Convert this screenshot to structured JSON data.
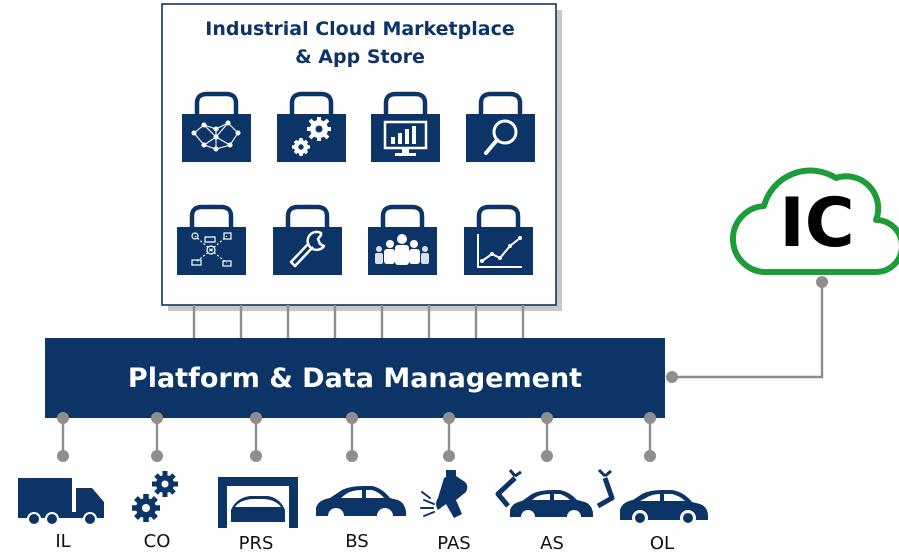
{
  "marketplace": {
    "title_line1": "Industrial Cloud Marketplace",
    "title_line2": "& App Store",
    "apps": [
      {
        "icon": "network-map-icon"
      },
      {
        "icon": "gears-icon"
      },
      {
        "icon": "monitor-chart-icon"
      },
      {
        "icon": "magnifier-icon"
      },
      {
        "icon": "connected-devices-icon"
      },
      {
        "icon": "wrench-icon"
      },
      {
        "icon": "people-icon"
      },
      {
        "icon": "line-chart-icon"
      }
    ]
  },
  "platform": {
    "label": "Platform & Data Management"
  },
  "cloud": {
    "label": "IC",
    "color": "#1e9c3a"
  },
  "endpoints": [
    {
      "label": "IL",
      "icon": "truck-icon"
    },
    {
      "label": "CO",
      "icon": "gears-icon"
    },
    {
      "label": "PRS",
      "icon": "garage-car-icon"
    },
    {
      "label": "BS",
      "icon": "car-body-icon"
    },
    {
      "label": "PAS",
      "icon": "spray-gun-icon"
    },
    {
      "label": "AS",
      "icon": "robot-assembly-icon"
    },
    {
      "label": "OL",
      "icon": "car-icon"
    }
  ],
  "colors": {
    "navy": "#0c3466",
    "connector": "#8e8e8e",
    "cloud": "#1e9c3a"
  }
}
